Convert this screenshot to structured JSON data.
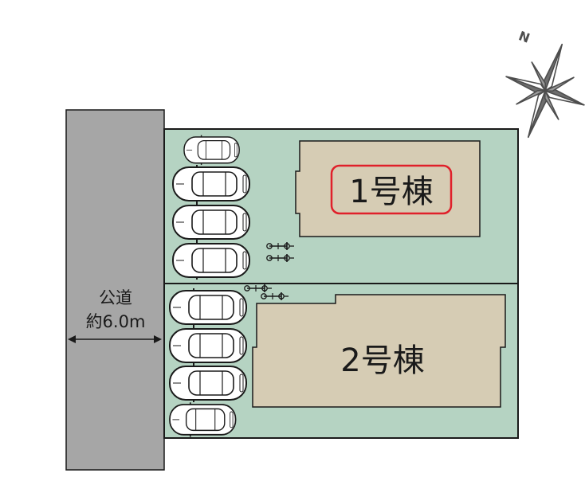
{
  "road": {
    "label": "公道",
    "width": "約6.0m",
    "color": "#a6a6a6"
  },
  "compass": {
    "north_label": "N"
  },
  "lots": [
    {
      "label": "1号棟",
      "highlighted": true
    },
    {
      "label": "2号棟",
      "highlighted": false
    }
  ],
  "colors": {
    "lot_fill": "#b5d3c2",
    "building_fill": "#d6ccb4",
    "outline": "#1a1a1a",
    "highlight": "#e0202a"
  },
  "parking": {
    "lot1_cars": 4,
    "lot2_cars": 4,
    "lot1_bicycles": 2,
    "lot2_bicycles": 2
  }
}
